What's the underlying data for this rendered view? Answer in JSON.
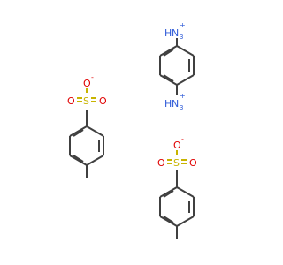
{
  "molecules": [
    {
      "name": "benzene-1,4-diammonium",
      "labels": {
        "top_amine_h": "H",
        "top_amine_n": "N",
        "top_amine_sub": "3",
        "top_amine_charge": "+",
        "bottom_amine_h": "H",
        "bottom_amine_n": "N",
        "bottom_amine_sub": "3",
        "bottom_amine_charge": "+"
      }
    },
    {
      "name": "tosylate-left",
      "labels": {
        "o_top": "O",
        "o_top_charge": "-",
        "o_left": "O",
        "s": "S",
        "o_right": "O"
      }
    },
    {
      "name": "tosylate-right",
      "labels": {
        "o_top": "O",
        "o_top_charge": "-",
        "o_left": "O",
        "s": "S",
        "o_right": "O"
      }
    }
  ],
  "colors": {
    "bond": "#404040",
    "nitrogen": "#2f5bd8",
    "oxygen": "#e00000",
    "sulfur": "#c8b400",
    "background": "#ffffff"
  }
}
